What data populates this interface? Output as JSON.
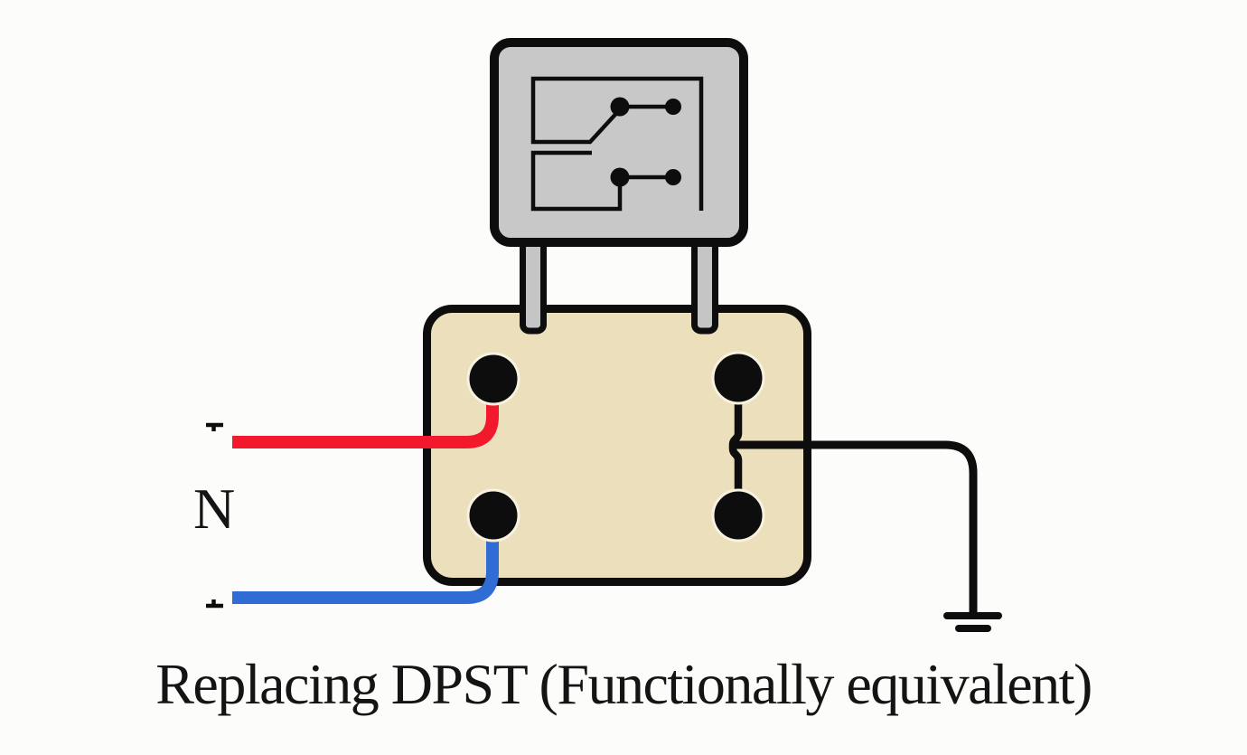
{
  "caption": {
    "text": "Replacing DPST (Functionally equivalent)"
  },
  "labels": {
    "neutral": "N"
  },
  "colors": {
    "background": "#fcfcfb",
    "outline": "#0d0d0d",
    "switch_body": "#c8c8c8",
    "pin_fill": "#c5c5c5",
    "terminal_block": "#ecdfbc",
    "terminal_halo": "#f7f1e0",
    "line_wire": "#f2192d",
    "neutral_wire": "#2f6cd4",
    "text": "#141414"
  },
  "icons": {
    "switch_symbol": "dpst-switch-schematic-icon",
    "ground_symbol": "earth-ground-icon",
    "line_tick_top": "line-wire-end-tick",
    "line_tick_bottom": "neutral-wire-end-tick"
  }
}
